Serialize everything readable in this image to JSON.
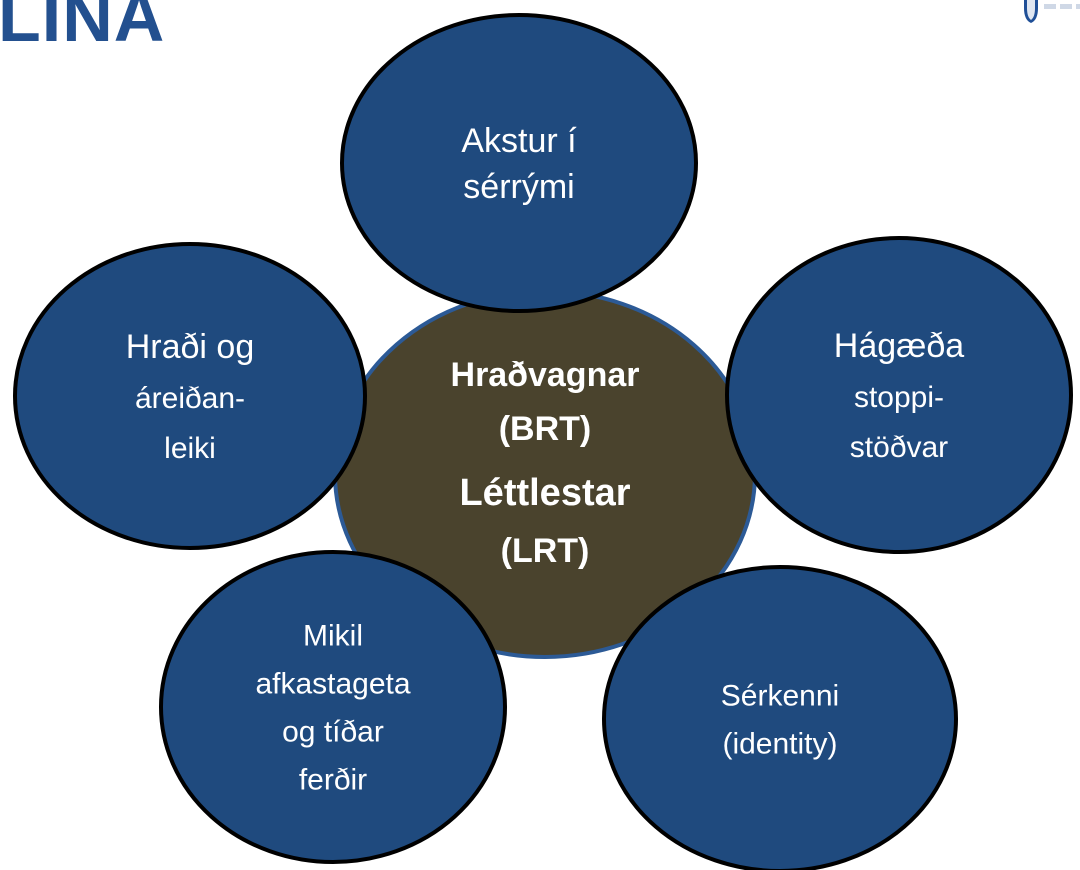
{
  "page": {
    "title": "LINA"
  },
  "logo": {
    "icon": "shield-logo-icon",
    "colors": {
      "primary": "#1f4f97",
      "secondary": "#cfd8e6"
    }
  },
  "colors": {
    "title": "#23508f",
    "node_fill": "#1f4a7e",
    "node_stroke": "#000000",
    "center_fill": "#4a432d",
    "center_stroke": "#2c5a96",
    "text": "#ffffff"
  },
  "diagram": {
    "center": {
      "lines": [
        "Hraðvagnar",
        "(BRT)",
        "Léttlestar",
        "(LRT)"
      ]
    },
    "nodes": [
      {
        "id": "top",
        "lines": [
          "Akstur í",
          "sérrými"
        ]
      },
      {
        "id": "right",
        "lines": [
          "Hágæða",
          "stoppi-",
          "stöðvar"
        ]
      },
      {
        "id": "bottom-right",
        "lines": [
          "Sérkenni",
          "(identity)"
        ]
      },
      {
        "id": "bottom-left",
        "lines": [
          "Mikil",
          "afkastageta",
          "og tíðar",
          "ferðir"
        ]
      },
      {
        "id": "left",
        "lines": [
          "Hraði og",
          "áreiðan-",
          "leiki"
        ]
      }
    ]
  }
}
